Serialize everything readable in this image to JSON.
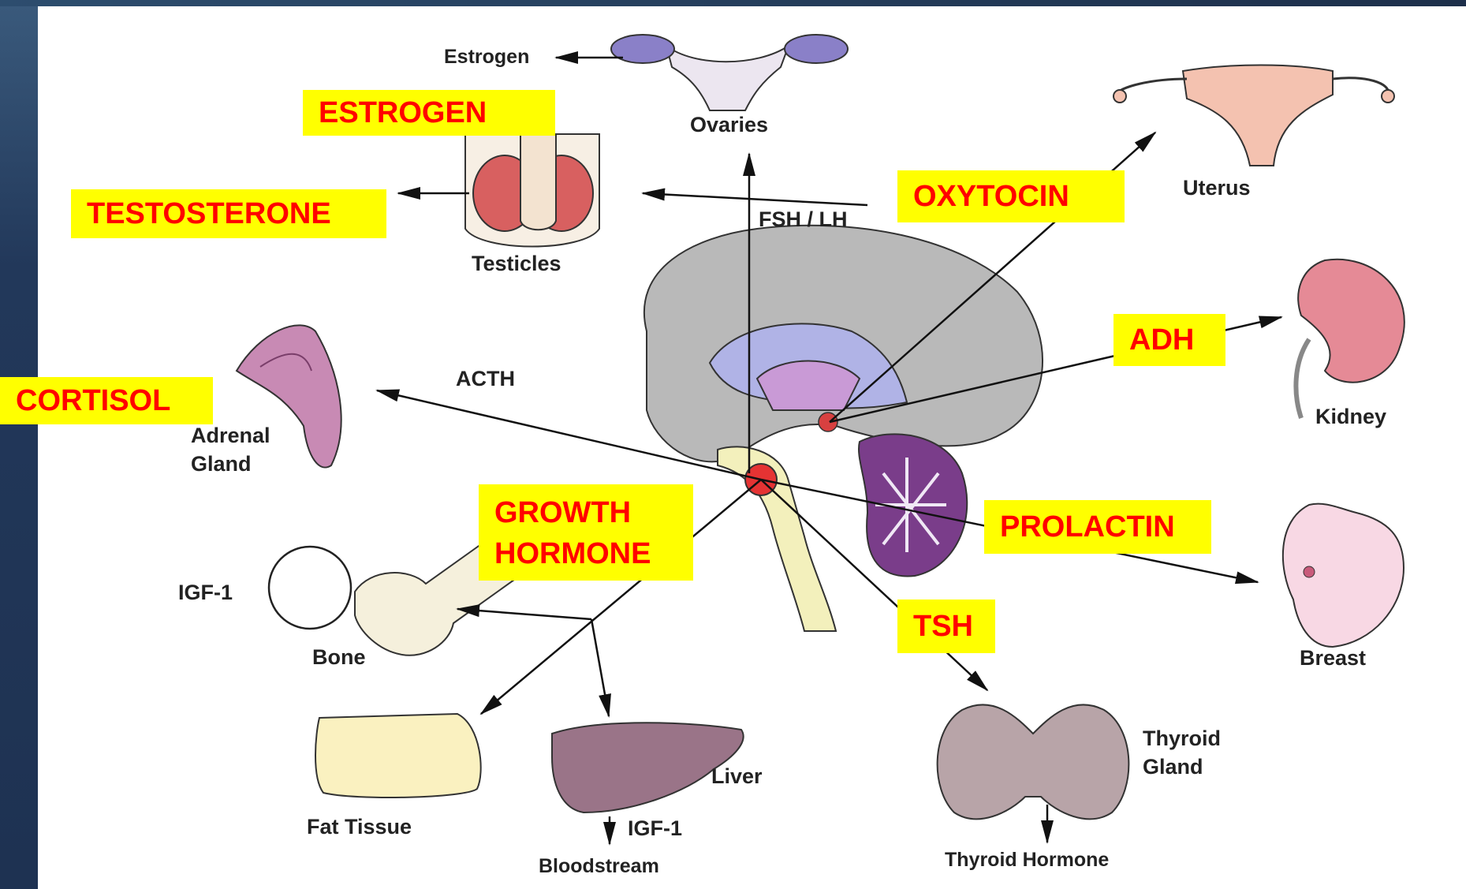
{
  "organs": {
    "ovaries": "Ovaries",
    "testicles": "Testicles",
    "uterus": "Uterus",
    "kidney": "Kidney",
    "adrenal_gland": "Adrenal Gland",
    "bone": "Bone",
    "breast": "Breast",
    "fat_tissue": "Fat Tissue",
    "liver": "Liver",
    "thyroid_gland": "Thyroid Gland"
  },
  "diagram_labels": {
    "estrogen_small": "Estrogen",
    "fsh_lh": "FSH / LH",
    "acth": "ACTH",
    "igf1_bone": "IGF-1",
    "igf1_liver": "IGF-1",
    "bloodstream": "Bloodstream",
    "thyroid_hormone": "Thyroid Hormone"
  },
  "hormone_boxes": {
    "estrogen": "ESTROGEN",
    "testosterone": "TESTOSTERONE",
    "oxytocin": "OXYTOCIN",
    "adh": "ADH",
    "cortisol": "CORTISOL",
    "growth_hormone_line1": "GROWTH",
    "growth_hormone_line2": "HORMONE",
    "prolactin": "PROLACTIN",
    "tsh": "TSH"
  },
  "colors": {
    "highlight_background": "#ffff00",
    "highlight_text": "#ff0000",
    "slide_background": "#223552"
  }
}
